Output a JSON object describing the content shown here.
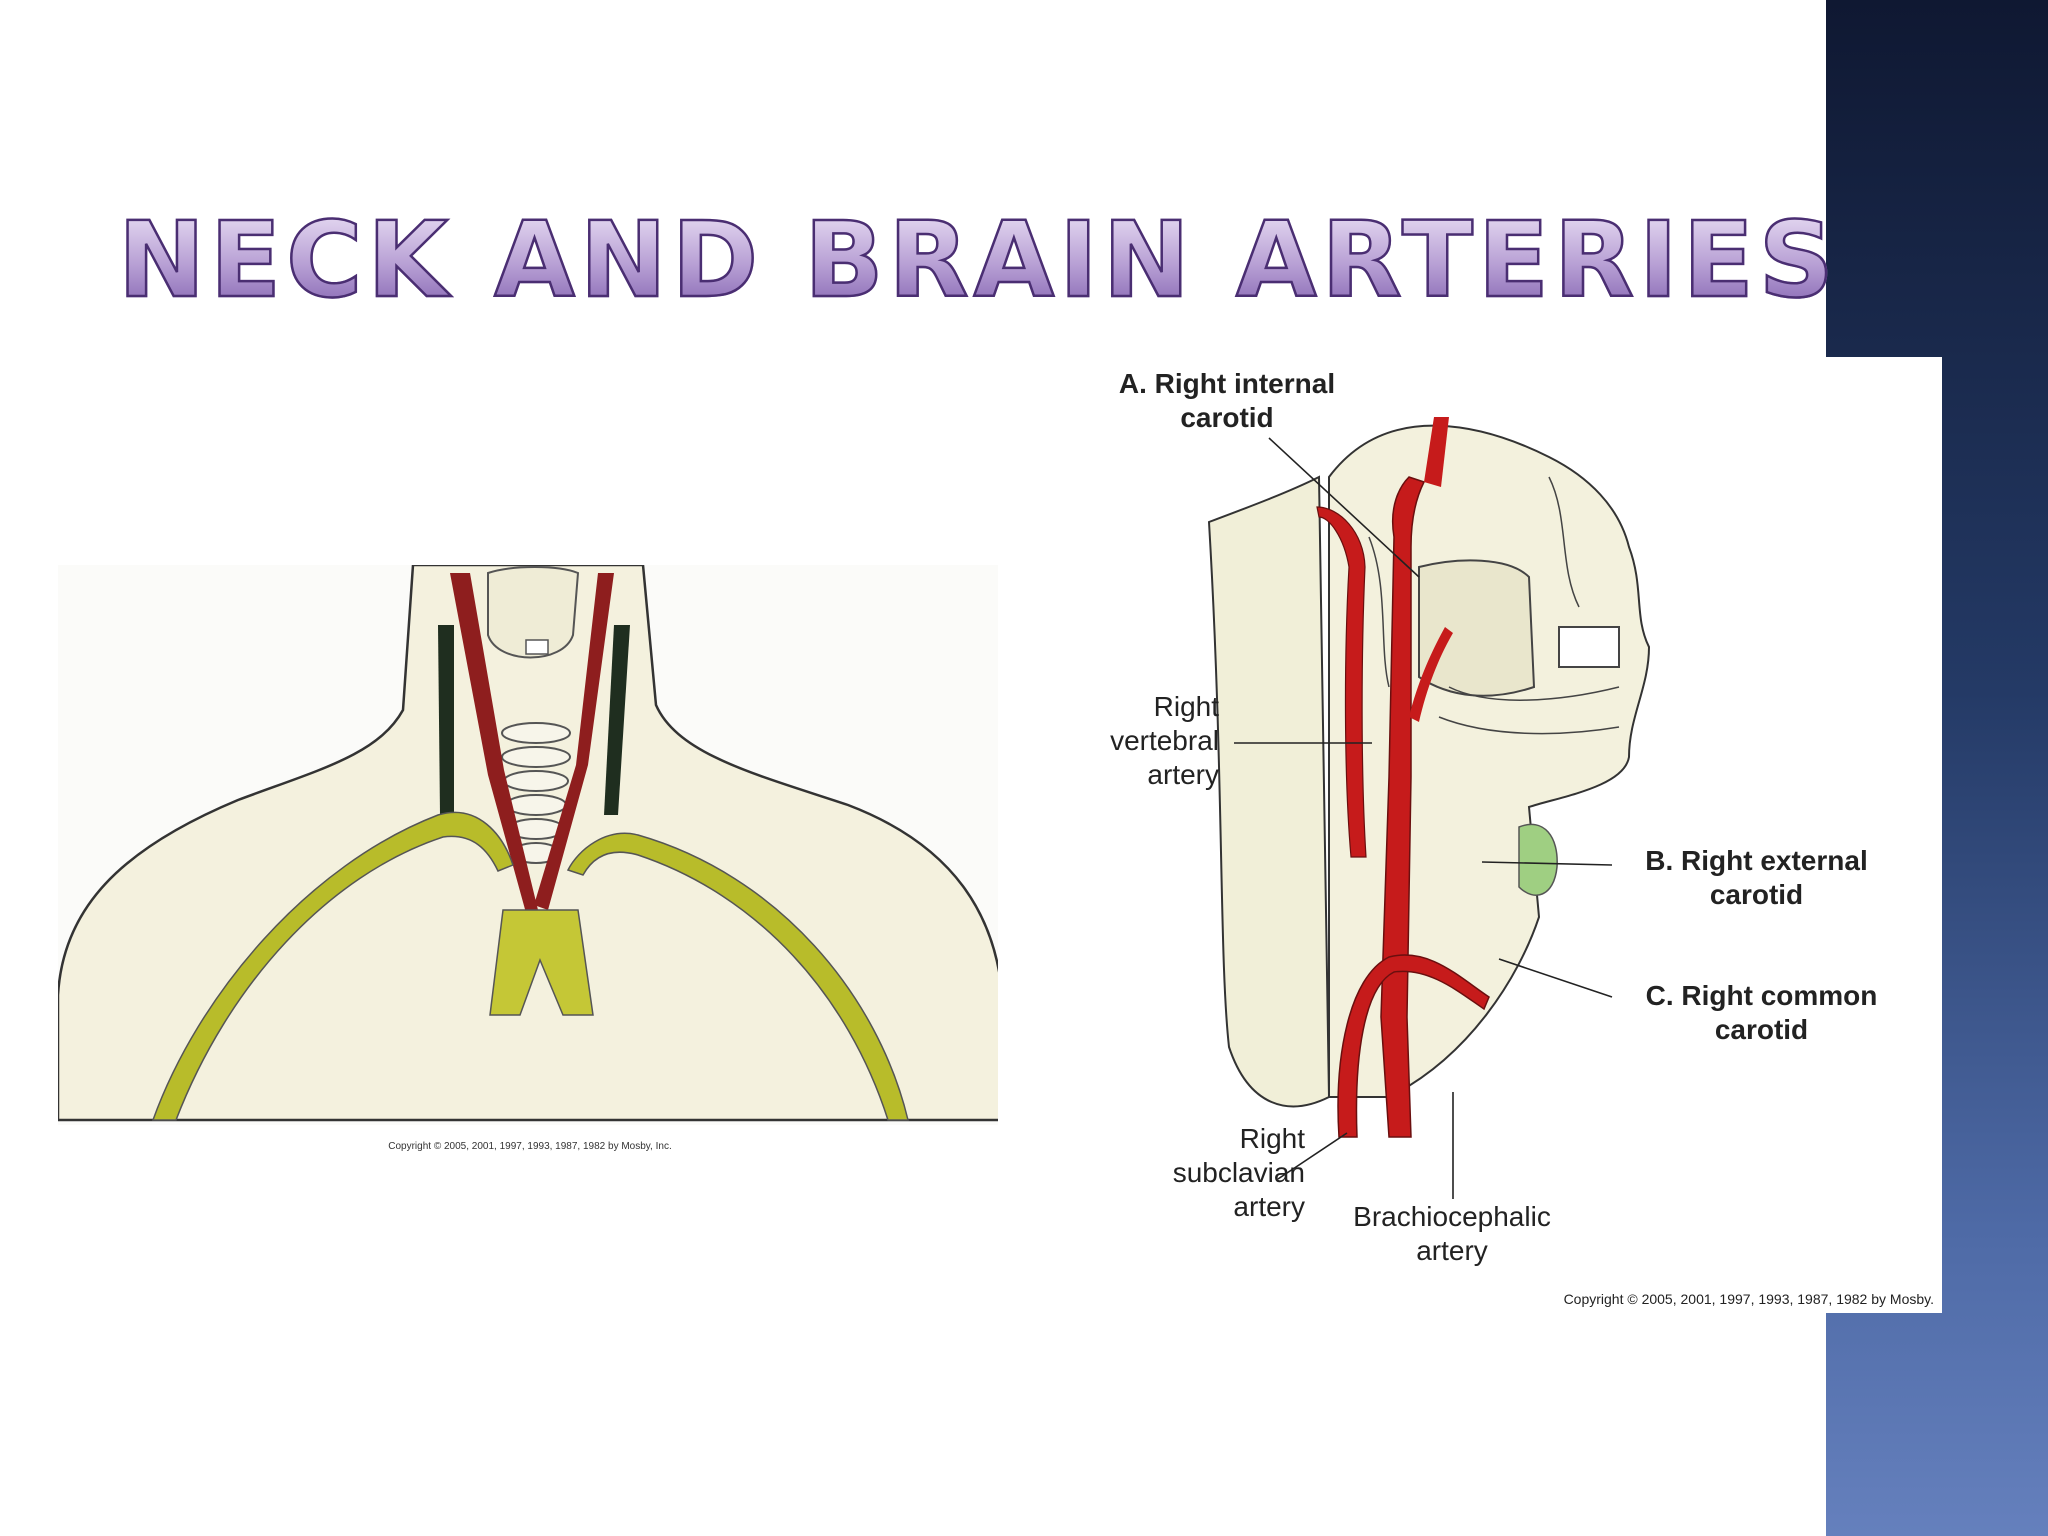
{
  "slide": {
    "title": "Neck and Brain Arteries",
    "accent_sidebar_color": "#243a66",
    "title_color": "#8565b2"
  },
  "left_figure": {
    "copyright": "Copyright © 2005, 2001, 1997, 1993, 1987, 1982 by Mosby, Inc."
  },
  "right_figure": {
    "labels": {
      "a_line1": "A.  Right  internal",
      "a_line2": "carotid",
      "vertebral_line1": "Right",
      "vertebral_line2": "vertebral",
      "vertebral_line3": "artery",
      "b_line1": "B.  Right  external",
      "b_line2": "carotid",
      "c_line1": "C.  Right  common",
      "c_line2": "carotid",
      "subclavian_line1": "Right",
      "subclavian_line2": "subclavian",
      "subclavian_line3": "artery",
      "brachio_line1": "Brachiocephalic",
      "brachio_line2": "artery"
    },
    "copyright": "Copyright © 2005, 2001, 1997, 1993, 1987, 1982 by Mosby."
  }
}
